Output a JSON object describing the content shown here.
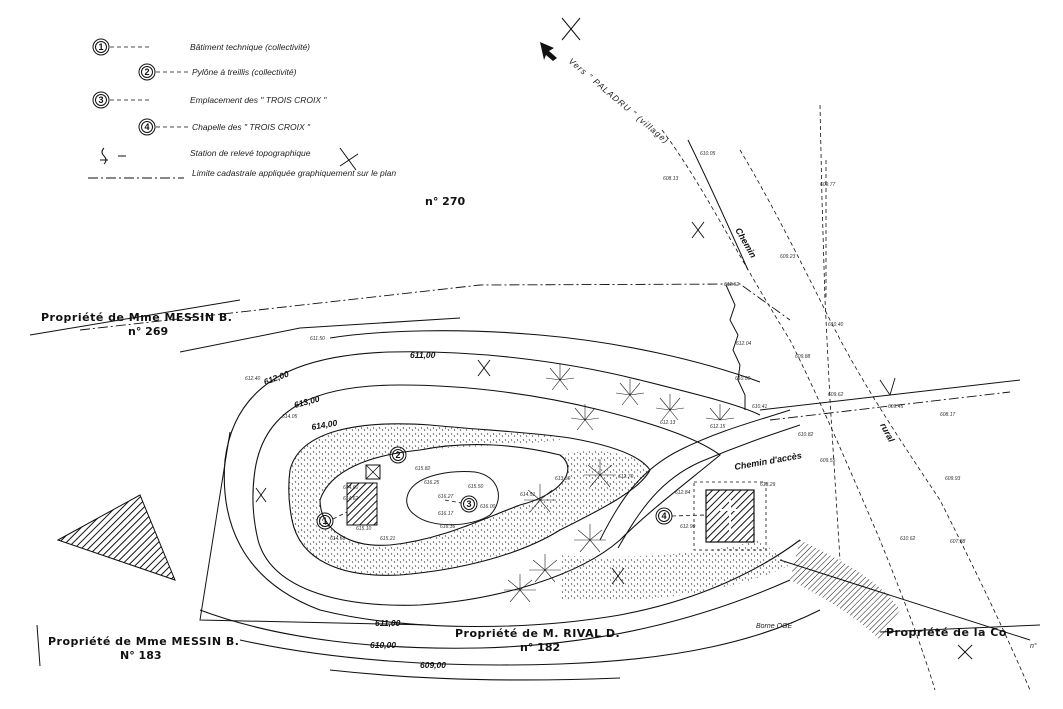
{
  "legend": {
    "items": [
      {
        "symbol": "1",
        "label": "Bâtiment technique (collectivité)"
      },
      {
        "symbol": "2",
        "label": "Pylône à treillis (collectivité)"
      },
      {
        "symbol": "3",
        "label": "Emplacement des \" TROIS CROIX \""
      },
      {
        "symbol": "4",
        "label": "Chapelle des \" TROIS CROIX \""
      },
      {
        "symbol": "station-symbol",
        "label": "Station de relevé topographique"
      },
      {
        "symbol": "boundary-line",
        "label": "Limite cadastrale appliquée graphiquement sur le plan"
      }
    ]
  },
  "direction": {
    "label": "Vers \" PALADRU \" (village)"
  },
  "road": {
    "label_top": "Chemin",
    "label_bottom": "rural"
  },
  "access_path": {
    "label": "Chemin d'accès"
  },
  "plots": {
    "p270": "n° 270",
    "p269_owner": "Propriété de Mme MESSIN B.",
    "p269_num": "n° 269",
    "p183_owner": "Propriété de Mme MESSIN B.",
    "p183_num": "N° 183",
    "p182_owner": "Propriété de M. RIVAL D.",
    "p182_num": "n° 182",
    "commune_owner": "Propriété de la Co",
    "commune_num": "n°"
  },
  "contours": [
    "614,00",
    "613,00",
    "612,00",
    "611,00",
    "611,00",
    "610,00",
    "609,00"
  ],
  "markers": [
    "1",
    "2",
    "3",
    "4"
  ],
  "spot_heights": [
    "614.60",
    "614.62",
    "615.10",
    "614.56",
    "615.21",
    "615.82",
    "616.25",
    "616.27",
    "616.17",
    "616.36",
    "616.00",
    "615.50",
    "614.51",
    "613.50",
    "612.70",
    "612.13",
    "612.90",
    "613.29",
    "612.84",
    "612.15",
    "610.41",
    "610.82",
    "609.62",
    "609.55",
    "612.52",
    "612.04",
    "610.00",
    "609.88",
    "609.45",
    "608.17",
    "608.13",
    "609.77",
    "610.05",
    "610.62",
    "609.23",
    "609.93",
    "607.88",
    "610.40",
    "611.50",
    "614.05",
    "612.40"
  ],
  "other_labels": {
    "borne": "Borne OGE"
  }
}
